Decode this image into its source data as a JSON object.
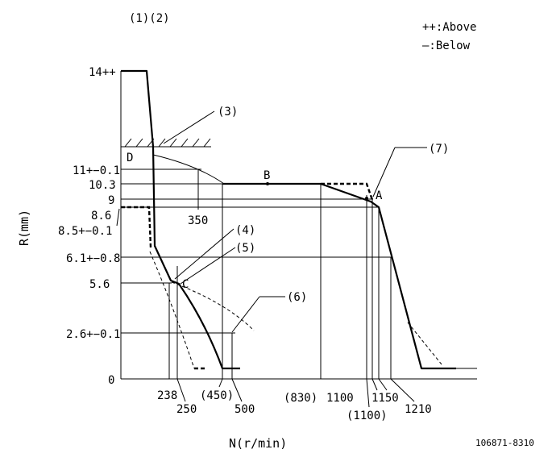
{
  "header": {
    "notes_label": "(1)(2)"
  },
  "legend": {
    "above": "++:Above",
    "below": "—:Below"
  },
  "axes": {
    "y_label": "R(mm)",
    "x_label": "N(r/min)"
  },
  "y_ticks": {
    "r14": "14++",
    "r11": "11+−0.1",
    "r10_3": "10.3",
    "r9": "9",
    "r8_6": "8.6",
    "r8_5": "8.5+−0.1",
    "r6_1": "6.1+−0.8",
    "r5_6": "5.6",
    "r2_6": "2.6+−0.1",
    "r0": "0"
  },
  "x_ticks": {
    "n238": "238",
    "n250": "250",
    "n450": "(450)",
    "n500": "500",
    "n830": "(830)",
    "n1100": "1100",
    "n1100b": "(1100)",
    "n1150": "1150",
    "n1210": "1210"
  },
  "points": {
    "a": "A",
    "b": "B",
    "c": "C",
    "d": "D"
  },
  "callouts": {
    "c3": "(3)",
    "c4": "(4)",
    "c5": "(5)",
    "c6": "(6)",
    "c7": "(7)"
  },
  "inner_labels": {
    "n350": "350"
  },
  "footer": {
    "code": "106871-8310"
  }
}
